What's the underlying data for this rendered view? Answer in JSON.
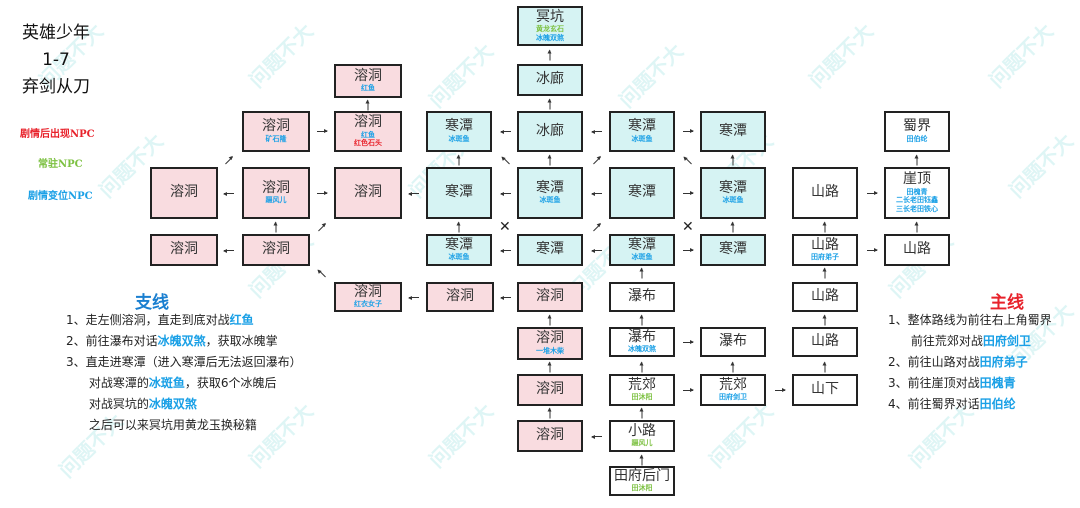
{
  "title": {
    "line1": "英雄少年",
    "line2": "1-7",
    "line3": "弃剑从刀"
  },
  "legend": [
    {
      "text": "剧情后出现NPC",
      "color": "#e8222b"
    },
    {
      "text": "常驻NPC",
      "color": "#7dc142"
    },
    {
      "text": "剧情变位NPC",
      "color": "#1aa0e6"
    }
  ],
  "colors": {
    "pink": "#f9dce0",
    "cyan": "#d6f3f3",
    "red": "#e8222b",
    "green": "#7dc142",
    "blue": "#1aa0e6"
  },
  "watermark": "问题不大",
  "nodes": [
    {
      "name": "溶洞",
      "theme": "pink",
      "npcs": [
        {
          "text": "红鱼",
          "type": "blue"
        }
      ]
    },
    {
      "name": "溶洞",
      "theme": "pink",
      "npcs": [
        {
          "text": "红鱼",
          "type": "blue"
        },
        {
          "text": "红色石头",
          "type": "red"
        }
      ]
    },
    {
      "name": "溶洞",
      "theme": "pink",
      "npcs": [
        {
          "text": "矿石隆",
          "type": "blue"
        }
      ]
    },
    {
      "name": "溶洞",
      "theme": "pink",
      "npcs": []
    },
    {
      "name": "溶洞",
      "theme": "pink",
      "npcs": [
        {
          "text": "蹑风儿",
          "type": "blue"
        }
      ]
    },
    {
      "name": "溶洞",
      "theme": "pink",
      "npcs": []
    },
    {
      "name": "溶洞",
      "theme": "pink",
      "npcs": []
    },
    {
      "name": "溶洞",
      "theme": "pink",
      "npcs": []
    },
    {
      "name": "溶洞",
      "theme": "pink",
      "npcs": [
        {
          "text": "红衣女子",
          "type": "blue"
        }
      ]
    },
    {
      "name": "溶洞",
      "theme": "pink",
      "npcs": []
    },
    {
      "name": "溶洞",
      "theme": "pink",
      "npcs": []
    },
    {
      "name": "溶洞",
      "theme": "pink",
      "npcs": [
        {
          "text": "一堆木柴",
          "type": "blue"
        }
      ]
    },
    {
      "name": "溶洞",
      "theme": "pink",
      "npcs": []
    },
    {
      "name": "溶洞",
      "theme": "pink",
      "npcs": []
    },
    {
      "name": "冥坑",
      "theme": "cyan",
      "npcs": [
        {
          "text": "黄龙玄石",
          "type": "green"
        },
        {
          "text": "冰魄双煞",
          "type": "blue"
        }
      ]
    },
    {
      "name": "冰廊",
      "theme": "cyan",
      "npcs": []
    },
    {
      "name": "寒潭",
      "theme": "cyan",
      "npcs": [
        {
          "text": "冰斑鱼",
          "type": "blue"
        }
      ]
    },
    {
      "name": "冰廊",
      "theme": "cyan",
      "npcs": []
    },
    {
      "name": "寒潭",
      "theme": "cyan",
      "npcs": [
        {
          "text": "冰斑鱼",
          "type": "blue"
        }
      ]
    },
    {
      "name": "寒潭",
      "theme": "cyan",
      "npcs": []
    },
    {
      "name": "寒潭",
      "theme": "cyan",
      "npcs": []
    },
    {
      "name": "寒潭",
      "theme": "cyan",
      "npcs": [
        {
          "text": "冰斑鱼",
          "type": "blue"
        }
      ]
    },
    {
      "name": "寒潭",
      "theme": "cyan",
      "npcs": []
    },
    {
      "name": "寒潭",
      "theme": "cyan",
      "npcs": [
        {
          "text": "冰斑鱼",
          "type": "blue"
        }
      ]
    },
    {
      "name": "寒潭",
      "theme": "cyan",
      "npcs": [
        {
          "text": "冰斑鱼",
          "type": "blue"
        }
      ]
    },
    {
      "name": "寒潭",
      "theme": "cyan",
      "npcs": []
    },
    {
      "name": "寒潭",
      "theme": "cyan",
      "npcs": [
        {
          "text": "冰斑鱼",
          "type": "blue"
        }
      ]
    },
    {
      "name": "寒潭",
      "theme": "cyan",
      "npcs": []
    },
    {
      "name": "瀑布",
      "theme": "white",
      "npcs": []
    },
    {
      "name": "瀑布",
      "theme": "white",
      "npcs": [
        {
          "text": "冰魄双煞",
          "type": "blue"
        }
      ]
    },
    {
      "name": "瀑布",
      "theme": "white",
      "npcs": []
    },
    {
      "name": "荒郊",
      "theme": "white",
      "npcs": [
        {
          "text": "田沐阳",
          "type": "green"
        }
      ]
    },
    {
      "name": "荒郊",
      "theme": "white",
      "npcs": [
        {
          "text": "田府剑卫",
          "type": "blue"
        }
      ]
    },
    {
      "name": "山下",
      "theme": "white",
      "npcs": []
    },
    {
      "name": "山路",
      "theme": "white",
      "npcs": []
    },
    {
      "name": "山路",
      "theme": "white",
      "npcs": []
    },
    {
      "name": "山路",
      "theme": "white",
      "npcs": [
        {
          "text": "田府弟子",
          "type": "blue"
        }
      ]
    },
    {
      "name": "山路",
      "theme": "white",
      "npcs": []
    },
    {
      "name": "山路",
      "theme": "white",
      "npcs": []
    },
    {
      "name": "崖顶",
      "theme": "white",
      "npcs": [
        {
          "text": "田槐青",
          "type": "blue"
        },
        {
          "text": "二长老田钰鑫",
          "type": "blue"
        },
        {
          "text": "三长老田铁心",
          "type": "blue"
        }
      ]
    },
    {
      "name": "蜀界",
      "theme": "white",
      "npcs": [
        {
          "text": "田伯纶",
          "type": "blue"
        }
      ]
    },
    {
      "name": "小路",
      "theme": "white",
      "npcs": [
        {
          "text": "蹑风儿",
          "type": "green"
        }
      ]
    },
    {
      "name": "田府后门",
      "theme": "white",
      "npcs": [
        {
          "text": "田沐阳",
          "type": "green"
        }
      ]
    }
  ],
  "branch": {
    "heading": "支线",
    "lines": [
      [
        {
          "t": "1、走左侧溶洞，直走到底对战"
        },
        {
          "t": "红鱼",
          "hl": true
        }
      ],
      [
        {
          "t": "2、前往瀑布对话"
        },
        {
          "t": "冰魄双煞",
          "hl": true
        },
        {
          "t": "，获取冰魄掌"
        }
      ],
      [
        {
          "t": "3、直走进寒潭（进入寒潭后无法返回瀑布）"
        }
      ],
      [
        {
          "t": "      对战寒潭的"
        },
        {
          "t": "冰斑鱼",
          "hl": true
        },
        {
          "t": "，获取6个冰魄后"
        }
      ],
      [
        {
          "t": "      对战冥坑的"
        },
        {
          "t": "冰魄双煞",
          "hl": true
        }
      ],
      [
        {
          "t": "      之后可以来冥坑用黄龙玉换秘籍"
        }
      ]
    ]
  },
  "main": {
    "heading": "主线",
    "lines": [
      [
        {
          "t": "1、整体路线为前往右上角蜀界"
        }
      ],
      [
        {
          "t": "      前往荒郊对战"
        },
        {
          "t": "田府剑卫",
          "hl": true
        }
      ],
      [
        {
          "t": "2、前往山路对战"
        },
        {
          "t": "田府弟子",
          "hl": true
        }
      ],
      [
        {
          "t": "3、前往崖顶对战"
        },
        {
          "t": "田槐青",
          "hl": true
        }
      ],
      [
        {
          "t": "4、前往蜀界对话"
        },
        {
          "t": "田伯纶",
          "hl": true
        }
      ]
    ]
  }
}
